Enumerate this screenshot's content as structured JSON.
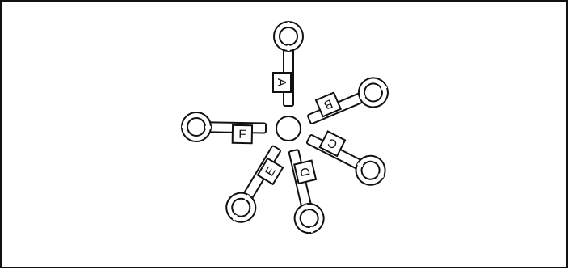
{
  "diagram": {
    "arms": [
      {
        "id": "arm-a",
        "label": "A"
      },
      {
        "id": "arm-b",
        "label": "B"
      },
      {
        "id": "arm-c",
        "label": "C"
      },
      {
        "id": "arm-d",
        "label": "D"
      },
      {
        "id": "arm-e",
        "label": "E"
      },
      {
        "id": "arm-f",
        "label": "F"
      }
    ],
    "colors": {
      "line": "#111111",
      "fill": "#ffffff",
      "frame": "#111111"
    }
  }
}
